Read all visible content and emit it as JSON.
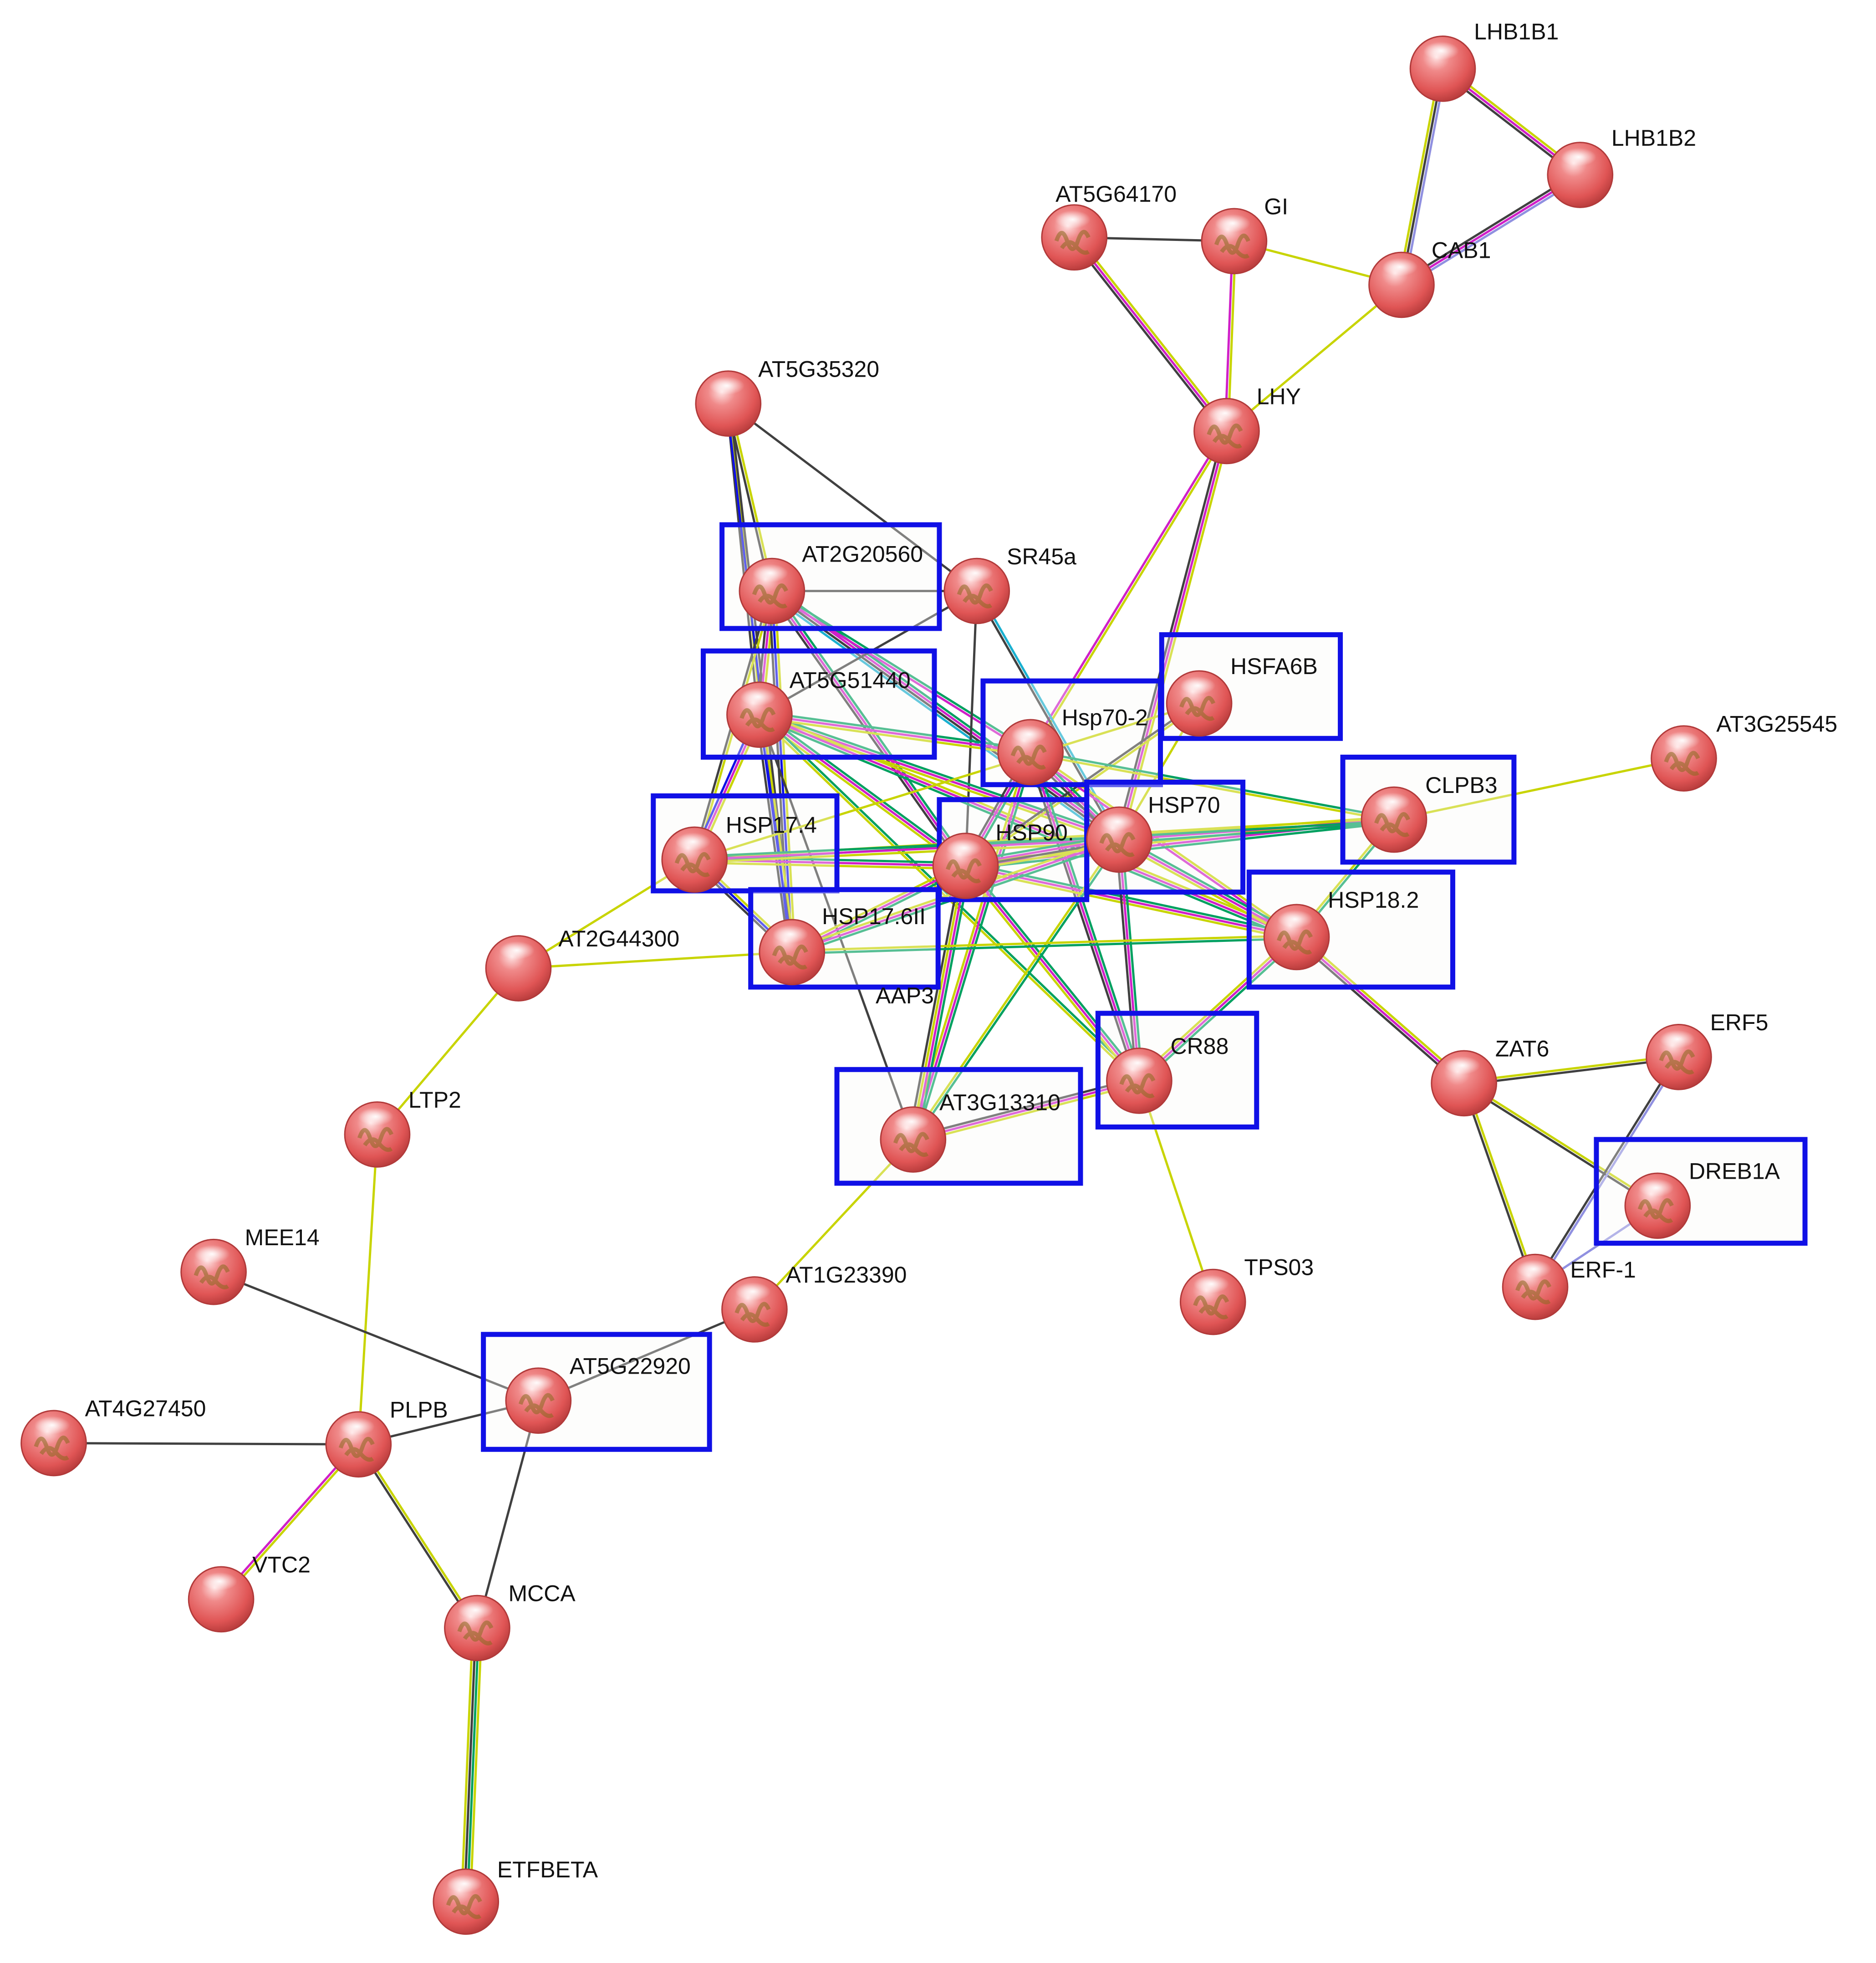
{
  "network": {
    "nodes": [
      {
        "id": "LHB1B1",
        "label": "LHB1B1",
        "highlighted": false,
        "structure": false
      },
      {
        "id": "LHB1B2",
        "label": "LHB1B2",
        "highlighted": false,
        "structure": false
      },
      {
        "id": "AT5G64170",
        "label": "AT5G64170",
        "highlighted": false,
        "structure": true
      },
      {
        "id": "GI",
        "label": "GI",
        "highlighted": false,
        "structure": true
      },
      {
        "id": "CAB1",
        "label": "CAB1",
        "highlighted": false,
        "structure": false
      },
      {
        "id": "LHY",
        "label": "LHY",
        "highlighted": false,
        "structure": true
      },
      {
        "id": "AT5G35320",
        "label": "AT5G35320",
        "highlighted": false,
        "structure": false
      },
      {
        "id": "AT2G20560",
        "label": "AT2G20560",
        "highlighted": true,
        "structure": true
      },
      {
        "id": "SR45a",
        "label": "SR45a",
        "highlighted": false,
        "structure": true
      },
      {
        "id": "AT5G51440",
        "label": "AT5G51440",
        "highlighted": true,
        "structure": true
      },
      {
        "id": "HSFA6B",
        "label": "HSFA6B",
        "highlighted": true,
        "structure": true
      },
      {
        "id": "Hsp70-2",
        "label": "Hsp70-2",
        "highlighted": true,
        "structure": true
      },
      {
        "id": "AT3G25545",
        "label": "AT3G25545",
        "highlighted": false,
        "structure": true
      },
      {
        "id": "CLPB3",
        "label": "CLPB3",
        "highlighted": true,
        "structure": true
      },
      {
        "id": "HSP17.4",
        "label": "HSP17.4",
        "highlighted": true,
        "structure": true
      },
      {
        "id": "HSP90.1",
        "label": "HSP90.",
        "highlighted": true,
        "structure": true
      },
      {
        "id": "HSP70",
        "label": "HSP70",
        "highlighted": true,
        "structure": true
      },
      {
        "id": "HSP18.2",
        "label": "HSP18.2",
        "highlighted": true,
        "structure": true
      },
      {
        "id": "HSP17.6II",
        "label": "HSP17.6II",
        "highlighted": true,
        "structure": true
      },
      {
        "id": "AT2G44300",
        "label": "AT2G44300",
        "highlighted": false,
        "structure": false
      },
      {
        "id": "AAP3",
        "label": "AAP3",
        "highlighted": false,
        "structure": false
      },
      {
        "id": "CR88",
        "label": "CR88",
        "highlighted": true,
        "structure": true
      },
      {
        "id": "ZAT6",
        "label": "ZAT6",
        "highlighted": false,
        "structure": false
      },
      {
        "id": "ERF5",
        "label": "ERF5",
        "highlighted": false,
        "structure": true
      },
      {
        "id": "AT3G13310",
        "label": "AT3G13310",
        "highlighted": true,
        "structure": true
      },
      {
        "id": "LTP2",
        "label": "LTP2",
        "highlighted": false,
        "structure": true
      },
      {
        "id": "DREB1A",
        "label": "DREB1A",
        "highlighted": true,
        "structure": true
      },
      {
        "id": "TPS03",
        "label": "TPS03",
        "highlighted": false,
        "structure": true
      },
      {
        "id": "ERF-1",
        "label": "ERF-1",
        "highlighted": false,
        "structure": true
      },
      {
        "id": "MEE14",
        "label": "MEE14",
        "highlighted": false,
        "structure": true
      },
      {
        "id": "AT1G23390",
        "label": "AT1G23390",
        "highlighted": false,
        "structure": true
      },
      {
        "id": "AT5G22920",
        "label": "AT5G22920",
        "highlighted": true,
        "structure": true
      },
      {
        "id": "AT4G27450",
        "label": "AT4G27450",
        "highlighted": false,
        "structure": true
      },
      {
        "id": "PLPB",
        "label": "PLPB",
        "highlighted": false,
        "structure": true
      },
      {
        "id": "VTC2",
        "label": "VTC2",
        "highlighted": false,
        "structure": false
      },
      {
        "id": "MCCA",
        "label": "MCCA",
        "highlighted": false,
        "structure": true
      },
      {
        "id": "ETFBETA",
        "label": "ETFBETA",
        "highlighted": false,
        "structure": true
      }
    ],
    "edges": [
      {
        "a": "LHB1B1",
        "b": "LHB1B2",
        "channels": [
          "#c8d400",
          "#d020c8",
          "#404040"
        ]
      },
      {
        "a": "LHB1B1",
        "b": "CAB1",
        "channels": [
          "#9090e0",
          "#404040",
          "#c8d400"
        ]
      },
      {
        "a": "LHB1B2",
        "b": "CAB1",
        "channels": [
          "#9090e0",
          "#d020c8",
          "#404040"
        ]
      },
      {
        "a": "AT5G64170",
        "b": "GI",
        "channels": [
          "#404040"
        ]
      },
      {
        "a": "AT5G64170",
        "b": "LHY",
        "channels": [
          "#c8d400",
          "#d020c8",
          "#404040"
        ]
      },
      {
        "a": "GI",
        "b": "LHY",
        "channels": [
          "#c8d400",
          "#d020c8"
        ]
      },
      {
        "a": "GI",
        "b": "CAB1",
        "channels": [
          "#c8d400"
        ]
      },
      {
        "a": "CAB1",
        "b": "LHY",
        "channels": [
          "#c8d400"
        ]
      },
      {
        "a": "LHY",
        "b": "Hsp70-2",
        "channels": [
          "#c8d400",
          "#d020c8"
        ]
      },
      {
        "a": "LHY",
        "b": "HSP70",
        "channels": [
          "#c8d400",
          "#d020c8",
          "#404040"
        ]
      },
      {
        "a": "AT5G35320",
        "b": "AT2G20560",
        "channels": [
          "#c8d400",
          "#404040"
        ]
      },
      {
        "a": "AT5G35320",
        "b": "SR45a",
        "channels": [
          "#404040"
        ]
      },
      {
        "a": "AT5G35320",
        "b": "AT5G51440",
        "channels": [
          "#c8d400",
          "#404040"
        ]
      },
      {
        "a": "AT5G35320",
        "b": "HSP17.6II",
        "channels": [
          "#404040",
          "#1010e6"
        ]
      },
      {
        "a": "AT2G20560",
        "b": "SR45a",
        "channels": [
          "#404040"
        ]
      },
      {
        "a": "AT2G20560",
        "b": "AT5G51440",
        "channels": [
          "#c8d400",
          "#d020c8",
          "#404040"
        ]
      },
      {
        "a": "AT2G20560",
        "b": "HSP17.4",
        "channels": [
          "#c8d400",
          "#404040"
        ]
      },
      {
        "a": "AT2G20560",
        "b": "HSP90.1",
        "channels": [
          "#00a060",
          "#d020c8",
          "#404040"
        ]
      },
      {
        "a": "AT2G20560",
        "b": "HSP70",
        "channels": [
          "#00a060",
          "#d020c8",
          "#404040",
          "#1ab0d0"
        ]
      },
      {
        "a": "AT2G20560",
        "b": "Hsp70-2",
        "channels": [
          "#00a060",
          "#d020c8"
        ]
      },
      {
        "a": "AT2G20560",
        "b": "HSP17.6II",
        "channels": [
          "#c8d400",
          "#1010e6",
          "#404040"
        ]
      },
      {
        "a": "SR45a",
        "b": "HSP90.1",
        "channels": [
          "#404040"
        ]
      },
      {
        "a": "SR45a",
        "b": "AT5G51440",
        "channels": [
          "#404040"
        ]
      },
      {
        "a": "SR45a",
        "b": "HSP70",
        "channels": [
          "#1ab0d0",
          "#404040"
        ]
      },
      {
        "a": "AT5G51440",
        "b": "HSP17.4",
        "channels": [
          "#c8d400",
          "#d020c8",
          "#1010e6"
        ]
      },
      {
        "a": "AT5G51440",
        "b": "HSP17.6II",
        "channels": [
          "#c8d400",
          "#1010e6",
          "#404040"
        ]
      },
      {
        "a": "AT5G51440",
        "b": "HSP90.1",
        "channels": [
          "#00a060",
          "#d020c8",
          "#c8d400"
        ]
      },
      {
        "a": "AT5G51440",
        "b": "HSP70",
        "channels": [
          "#00a060",
          "#d020c8",
          "#c8d400"
        ]
      },
      {
        "a": "AT5G51440",
        "b": "Hsp70-2",
        "channels": [
          "#00a060",
          "#d020c8",
          "#c8d400"
        ]
      },
      {
        "a": "AT5G51440",
        "b": "CR88",
        "channels": [
          "#00a060",
          "#c8d400"
        ]
      },
      {
        "a": "AT5G51440",
        "b": "AT3G13310",
        "channels": [
          "#404040"
        ]
      },
      {
        "a": "AT5G51440",
        "b": "HSP18.2",
        "channels": [
          "#c8d400",
          "#d020c8",
          "#00a060"
        ]
      },
      {
        "a": "HSFA6B",
        "b": "HSP90.1",
        "channels": [
          "#c8d400",
          "#404040"
        ]
      },
      {
        "a": "HSFA6B",
        "b": "HSP70",
        "channels": [
          "#c8d400"
        ]
      },
      {
        "a": "HSFA6B",
        "b": "HSP17.4",
        "channels": [
          "#c8d400"
        ]
      },
      {
        "a": "Hsp70-2",
        "b": "HSP90.1",
        "channels": [
          "#00a060",
          "#d020c8",
          "#404040"
        ]
      },
      {
        "a": "Hsp70-2",
        "b": "HSP70",
        "channels": [
          "#00a060",
          "#d020c8",
          "#404040"
        ]
      },
      {
        "a": "Hsp70-2",
        "b": "CLPB3",
        "channels": [
          "#00a060",
          "#c8d400"
        ]
      },
      {
        "a": "Hsp70-2",
        "b": "CR88",
        "channels": [
          "#00a060",
          "#d020c8",
          "#404040"
        ]
      },
      {
        "a": "Hsp70-2",
        "b": "HSP18.2",
        "channels": [
          "#c8d400",
          "#d020c8"
        ]
      },
      {
        "a": "Hsp70-2",
        "b": "AT3G13310",
        "channels": [
          "#00a060",
          "#d020c8",
          "#c8d400"
        ]
      },
      {
        "a": "CLPB3",
        "b": "AT3G25545",
        "channels": [
          "#c8d400"
        ]
      },
      {
        "a": "CLPB3",
        "b": "HSP90.1",
        "channels": [
          "#00a060",
          "#d020c8",
          "#c8d400"
        ]
      },
      {
        "a": "CLPB3",
        "b": "HSP70",
        "channels": [
          "#00a060",
          "#d020c8",
          "#c8d400"
        ]
      },
      {
        "a": "CLPB3",
        "b": "HSP17.4",
        "channels": [
          "#00a060",
          "#c8d400"
        ]
      },
      {
        "a": "CLPB3",
        "b": "HSP18.2",
        "channels": [
          "#00a060",
          "#c8d400"
        ]
      },
      {
        "a": "HSP17.4",
        "b": "HSP90.1",
        "channels": [
          "#00a060",
          "#d020c8",
          "#c8d400"
        ]
      },
      {
        "a": "HSP17.4",
        "b": "HSP70",
        "channels": [
          "#00a060",
          "#d020c8",
          "#c8d400"
        ]
      },
      {
        "a": "HSP17.4",
        "b": "HSP17.6II",
        "channels": [
          "#c8d400",
          "#1010e6",
          "#404040"
        ]
      },
      {
        "a": "HSP17.4",
        "b": "AT2G44300",
        "channels": [
          "#c8d400"
        ]
      },
      {
        "a": "HSP90.1",
        "b": "HSP70",
        "channels": [
          "#00a060",
          "#d020c8",
          "#404040",
          "#c8d400"
        ]
      },
      {
        "a": "HSP90.1",
        "b": "HSP17.6II",
        "channels": [
          "#00a060",
          "#d020c8",
          "#c8d400"
        ]
      },
      {
        "a": "HSP90.1",
        "b": "HSP18.2",
        "channels": [
          "#00a060",
          "#d020c8",
          "#c8d400"
        ]
      },
      {
        "a": "HSP90.1",
        "b": "CR88",
        "channels": [
          "#00a060",
          "#d020c8",
          "#c8d400"
        ]
      },
      {
        "a": "HSP90.1",
        "b": "AT3G13310",
        "channels": [
          "#00a060",
          "#d020c8",
          "#c8d400",
          "#404040"
        ]
      },
      {
        "a": "HSP70",
        "b": "HSP18.2",
        "channels": [
          "#00a060",
          "#d020c8",
          "#c8d400"
        ]
      },
      {
        "a": "HSP70",
        "b": "HSP17.6II",
        "channels": [
          "#00a060",
          "#d020c8",
          "#c8d400"
        ]
      },
      {
        "a": "HSP70",
        "b": "CR88",
        "channels": [
          "#00a060",
          "#d020c8",
          "#404040"
        ]
      },
      {
        "a": "HSP70",
        "b": "AT3G13310",
        "channels": [
          "#00a060",
          "#c8d400"
        ]
      },
      {
        "a": "HSP18.2",
        "b": "HSP17.6II",
        "channels": [
          "#00a060",
          "#c8d400"
        ]
      },
      {
        "a": "HSP18.2",
        "b": "CR88",
        "channels": [
          "#00a060",
          "#d020c8",
          "#c8d400"
        ]
      },
      {
        "a": "HSP18.2",
        "b": "ZAT6",
        "channels": [
          "#c8d400",
          "#d020c8",
          "#404040"
        ]
      },
      {
        "a": "HSP17.6II",
        "b": "AT2G44300",
        "channels": [
          "#c8d400"
        ]
      },
      {
        "a": "CR88",
        "b": "AT3G13310",
        "channels": [
          "#c8d400",
          "#d020c8",
          "#404040"
        ]
      },
      {
        "a": "CR88",
        "b": "TPS03",
        "channels": [
          "#c8d400"
        ]
      },
      {
        "a": "AT3G13310",
        "b": "AT1G23390",
        "channels": [
          "#c8d400"
        ]
      },
      {
        "a": "ZAT6",
        "b": "ERF5",
        "channels": [
          "#c8d400",
          "#404040"
        ]
      },
      {
        "a": "ZAT6",
        "b": "DREB1A",
        "channels": [
          "#c8d400",
          "#404040"
        ]
      },
      {
        "a": "ZAT6",
        "b": "ERF-1",
        "channels": [
          "#c8d400",
          "#404040"
        ]
      },
      {
        "a": "ERF5",
        "b": "ERF-1",
        "channels": [
          "#9090e0",
          "#404040"
        ]
      },
      {
        "a": "DREB1A",
        "b": "ERF-1",
        "channels": [
          "#9090e0"
        ]
      },
      {
        "a": "AT2G44300",
        "b": "LTP2",
        "channels": [
          "#c8d400"
        ]
      },
      {
        "a": "LTP2",
        "b": "PLPB",
        "channels": [
          "#c8d400"
        ]
      },
      {
        "a": "MEE14",
        "b": "AT5G22920",
        "channels": [
          "#404040"
        ]
      },
      {
        "a": "AT1G23390",
        "b": "AT5G22920",
        "channels": [
          "#404040"
        ]
      },
      {
        "a": "AT5G22920",
        "b": "PLPB",
        "channels": [
          "#404040"
        ]
      },
      {
        "a": "AT5G22920",
        "b": "MCCA",
        "channels": [
          "#404040"
        ]
      },
      {
        "a": "AT4G27450",
        "b": "PLPB",
        "channels": [
          "#404040"
        ]
      },
      {
        "a": "PLPB",
        "b": "VTC2",
        "channels": [
          "#c8d400",
          "#d020c8"
        ]
      },
      {
        "a": "PLPB",
        "b": "MCCA",
        "channels": [
          "#c8d400",
          "#404040"
        ]
      },
      {
        "a": "MCCA",
        "b": "ETFBETA",
        "channels": [
          "#c8d400",
          "#00a060",
          "#404040",
          "#c8d400"
        ]
      }
    ]
  },
  "colors": {
    "node_fill": "#e65c5c",
    "node_highlight": "#ffe0e0",
    "highlight_box": "#1010e6",
    "label_text": "#111111"
  }
}
